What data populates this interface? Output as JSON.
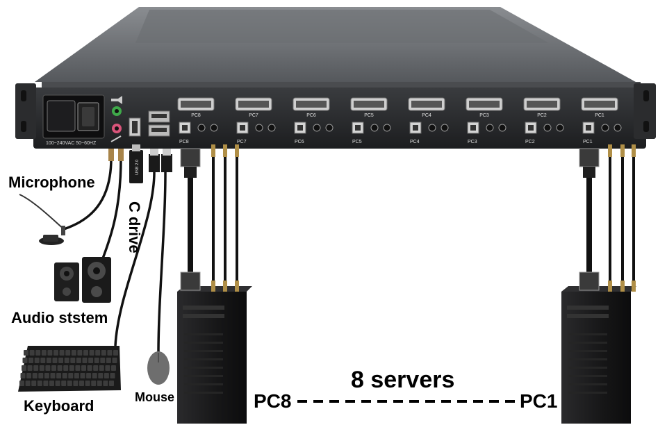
{
  "labels": {
    "microphone": "Microphone",
    "audio": "Audio ststem",
    "keyboard": "Keyboard",
    "mouse": "Mouse",
    "c_drive": "C drive",
    "servers": "8 servers",
    "left_server": "PC8",
    "right_server": "PC1"
  },
  "panel": {
    "power_rating": "100~240VAC 50~60HZ",
    "ports": [
      "PC8",
      "PC7",
      "PC6",
      "PC5",
      "PC4",
      "PC3",
      "PC2",
      "PC1"
    ]
  },
  "usb_stick_text": "USB 2.0"
}
